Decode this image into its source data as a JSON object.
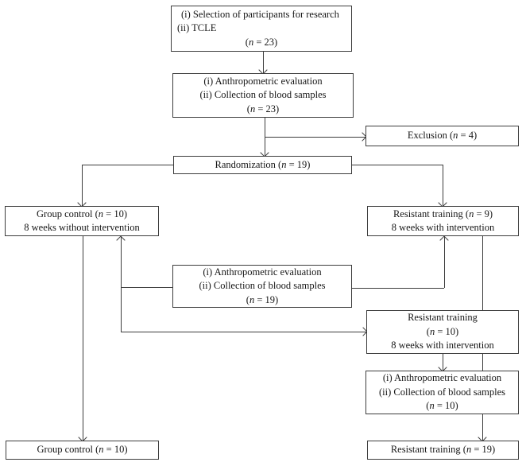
{
  "figure": {
    "type": "flowchart",
    "description": "Participant flow diagram of a crossover resistance-training study",
    "background_color": "#ffffff",
    "line_color": "#3d3d3d",
    "text_color": "#161616"
  },
  "nodes": {
    "selection": {
      "lines": [
        "(i) Selection of participants for research",
        "(ii) TCLE",
        "(n = 23)"
      ]
    },
    "anthro_pre": {
      "lines": [
        "(i) Anthropometric evaluation",
        "(ii) Collection of blood samples",
        "(n = 23)"
      ]
    },
    "exclusion": {
      "lines": [
        "Exclusion (n = 4)"
      ]
    },
    "randomization": {
      "lines": [
        "Randomization (n = 19)"
      ]
    },
    "group_control": {
      "lines": [
        "Group control (n = 10)",
        "8 weeks without intervention"
      ]
    },
    "resistant_training_9": {
      "lines": [
        "Resistant training (n = 9)",
        "8 weeks with intervention"
      ]
    },
    "anthro_mid": {
      "lines": [
        "(i) Anthropometric evaluation",
        "(ii) Collection of blood samples",
        "(n = 19)"
      ]
    },
    "resistant_training_10": {
      "lines": [
        "Resistant training",
        "(n = 10)",
        "8 weeks with intervention"
      ]
    },
    "anthro_post": {
      "lines": [
        "(i) Anthropometric evaluation",
        "(ii) Collection of blood samples",
        "(n = 10)"
      ]
    },
    "group_control_final": {
      "lines": [
        "Group control (n = 10)"
      ]
    },
    "resistant_training_final": {
      "lines": [
        "Resistant training (n = 19)"
      ]
    }
  },
  "edges": [
    {
      "from": "selection",
      "to": "anthro_pre"
    },
    {
      "from": "anthro_pre",
      "to": "exclusion"
    },
    {
      "from": "anthro_pre",
      "to": "randomization"
    },
    {
      "from": "randomization",
      "to": "group_control"
    },
    {
      "from": "randomization",
      "to": "resistant_training_9"
    },
    {
      "from": "anthro_mid",
      "to": "group_control"
    },
    {
      "from": "anthro_mid",
      "to": "resistant_training_9"
    },
    {
      "from": "anthro_mid",
      "to": "resistant_training_10"
    },
    {
      "from": "group_control",
      "to": "group_control_final"
    },
    {
      "from": "resistant_training_9",
      "to": "resistant_training_final"
    },
    {
      "from": "resistant_training_10",
      "to": "anthro_post"
    },
    {
      "from": "anthro_post",
      "to": "resistant_training_final"
    }
  ]
}
